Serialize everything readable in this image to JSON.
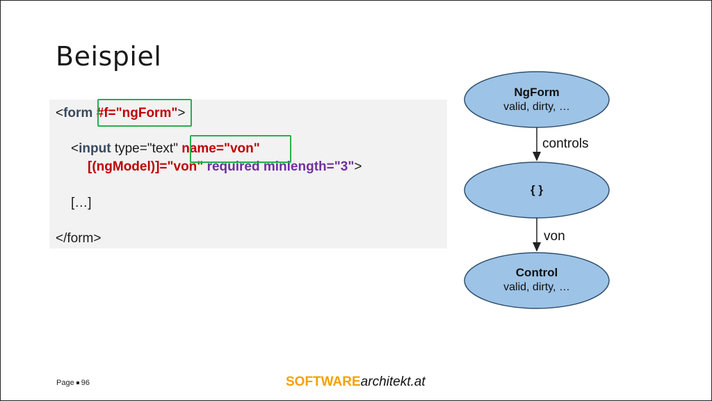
{
  "slide": {
    "title": "Beispiel",
    "footer": {
      "page_label": "Page",
      "page_number": "96"
    },
    "brand": {
      "part1": "SOFTWARE",
      "part2": "architekt.at"
    }
  },
  "code": {
    "line1": {
      "open": "<",
      "tag": "form",
      "space": " ",
      "attr": "#f=\"ngForm\"",
      "close": ">"
    },
    "line2": {
      "open": "<",
      "tag": "input",
      "rest": " type=\"text\" ",
      "attr": "name=\"von\""
    },
    "line3": {
      "attr": "[(ngModel)]=\"von\"",
      "space": " ",
      "extra": "required minlength=\"3\"",
      "close": ">"
    },
    "line4": "[…]",
    "line5": "</form>"
  },
  "diagram": {
    "nodes": [
      {
        "title": "NgForm",
        "subtitle": "valid, dirty, …"
      },
      {
        "title": "{ }",
        "subtitle": ""
      },
      {
        "title": "Control",
        "subtitle": "valid, dirty, …"
      }
    ],
    "edges": [
      {
        "label": "controls"
      },
      {
        "label": "von"
      }
    ],
    "colors": {
      "fill": "#9dc3e6",
      "stroke": "#2f4f6f",
      "highlight": "#22b14c"
    }
  }
}
